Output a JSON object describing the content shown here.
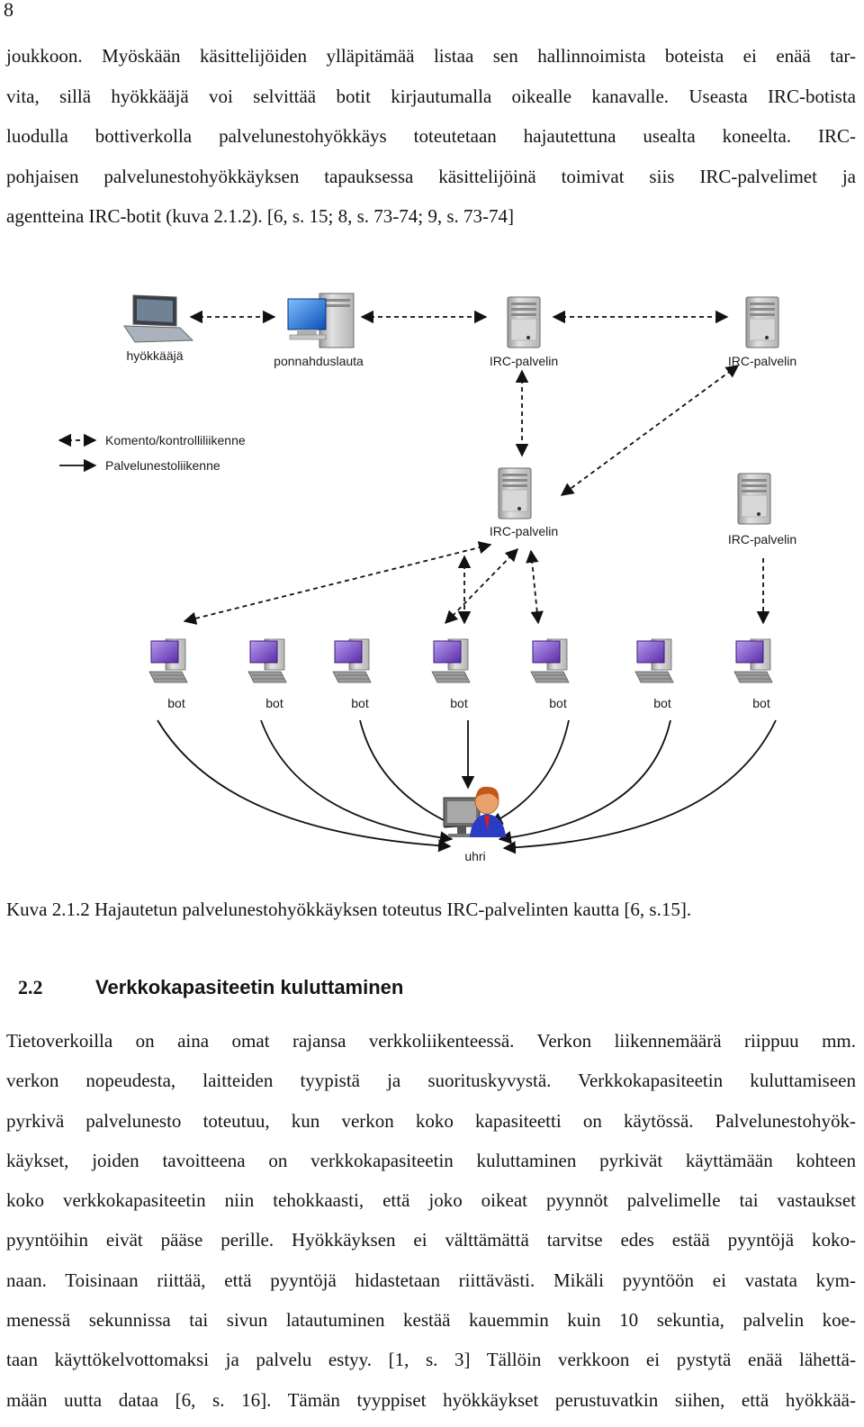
{
  "page_number": "8",
  "paragraph1": [
    "joukkoon. Myöskään käsittelijöiden ylläpitämää listaa sen hallinnoimista boteista ei enää tar-",
    "vita, sillä hyökkääjä voi selvittää botit kirjautumalla oikealle kanavalle. Useasta IRC-botista",
    "luodulla bottiverkolla palvelunestohyökkäys toteutetaan hajautettuna usealta koneelta. IRC-",
    "pohjaisen palvelunestohyökkäyksen tapauksessa käsittelijöinä toimivat siis IRC-palvelimet ja",
    "agentteina IRC-botit (kuva 2.1.2). [6, s. 15; 8, s. 73-74; 9, s. 73-74]"
  ],
  "figure": {
    "attacker_label": "hyökkääjä",
    "stepping_stone_label": "ponnahduslauta",
    "irc_server_label": "IRC-palvelin",
    "bot_label": "bot",
    "victim_label": "uhri",
    "legend": {
      "command_traffic": "Komento/kontrolliliikenne",
      "dos_traffic": "Palvelunestoliikenne"
    },
    "colors": {
      "arrow": "#111111",
      "server_body": "#c4c4c4",
      "bot_screen": "#6a38b8",
      "laptop": "#9aa3ad",
      "blue_monitor": "#1e6fd6",
      "victim_shirt": "#2a3cc4",
      "victim_face": "#e8a26a"
    }
  },
  "caption": "Kuva 2.1.2 Hajautetun palvelunestohyökkäyksen toteutus IRC-palvelinten kautta [6, s.15].",
  "section": {
    "number": "2.2",
    "title": "Verkkokapasiteetin kuluttaminen"
  },
  "paragraph2": [
    "Tietoverkoilla on aina omat rajansa verkkoliikenteessä. Verkon liikennemäärä riippuu mm.",
    "verkon nopeudesta, laitteiden tyypistä ja suorituskyvystä. Verkkokapasiteetin kuluttamiseen",
    "pyrkivä palvelunesto toteutuu, kun verkon koko kapasiteetti on käytössä. Palvelunestohyök-",
    "käykset, joiden tavoitteena on verkkokapasiteetin kuluttaminen pyrkivät käyttämään kohteen",
    "koko verkkokapasiteetin niin tehokkaasti, että joko oikeat pyynnöt palvelimelle tai vastaukset",
    "pyyntöihin eivät pääse perille. Hyökkäyksen ei välttämättä tarvitse edes estää pyyntöjä koko-",
    "naan. Toisinaan riittää, että pyyntöjä hidastetaan riittävästi. Mikäli pyyntöön ei vastata kym-",
    "menessä sekunnissa tai sivun latautuminen kestää kauemmin kuin 10 sekuntia, palvelin koe-",
    "taan käyttökelvottomaksi ja palvelu estyy. [1, s. 3] Tällöin verkkoon ei pystytä enää lähettä-",
    "mään uutta dataa [6, s. 16]. Tämän tyyppiset hyökkäykset perustuvatkin siihen, että hyökkää-"
  ]
}
